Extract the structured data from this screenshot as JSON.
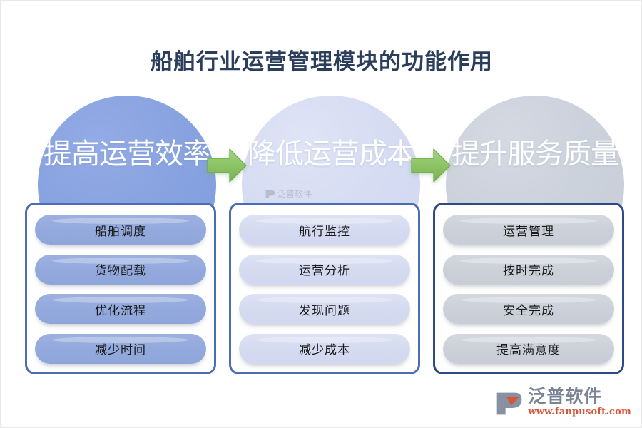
{
  "page": {
    "title": "船舶行业运营管理模块的功能作用",
    "background_color": "#ffffff",
    "title_color": "#2b3e5c"
  },
  "flow": {
    "arrow_icon": "right-arrow-icon",
    "arrow_color": "#7ab354",
    "stages": [
      {
        "id": "stage-1",
        "circle_label": "提高运营效率",
        "circle_color": "#88a3e0",
        "card_border_color": "#4a6db5",
        "pill_color": "#93a9dd",
        "items": [
          "船舶调度",
          "货物配载",
          "优化流程",
          "减少时间"
        ]
      },
      {
        "id": "stage-2",
        "circle_label": "降低运营成本",
        "circle_color": "#d6dcf2",
        "card_border_color": "#4a6db5",
        "pill_color": "#d4daf0",
        "items": [
          "航行监控",
          "运营分析",
          "发现问题",
          "减少成本"
        ]
      },
      {
        "id": "stage-3",
        "circle_label": "提升服务质量",
        "circle_color": "#ccd2dc",
        "card_border_color": "#2c4a84",
        "pill_color": "#cbd0d8",
        "items": [
          "运营管理",
          "按时完成",
          "安全完成",
          "提高满意度"
        ]
      }
    ]
  },
  "watermark": {
    "text": "泛普软件",
    "icon": "fanpu-logo-icon"
  },
  "logo": {
    "name": "泛普软件",
    "url": "www.fanpusoft.com",
    "icon": "fanpu-logo-icon",
    "name_color": "#7a8494",
    "url_color": "#d4573a"
  }
}
